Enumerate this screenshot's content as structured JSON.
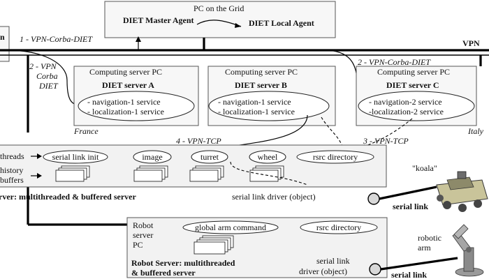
{
  "grid": {
    "title": "PC on the Grid",
    "master_agent": "DIET Master Agent",
    "local_agent": "DIET Local Agent"
  },
  "vpn_label": "VPN",
  "links": {
    "vpn_corba_diet_1": "1 - VPN-Corba-DIET",
    "vpn_corba_diet_2a": [
      "2 - VPN",
      "Corba",
      "DIET"
    ],
    "vpn_corba_diet_2b": "2 - VPN-Corba-DIET",
    "vpn_tcp_3": "3 - VPN-TCP",
    "vpn_tcp_4": "4 - VPN-TCP",
    "serial_link_1": "serial link",
    "serial_link_2": "serial link"
  },
  "servers": {
    "a": {
      "pc_title": "Computing server PC",
      "name": "DIET server A",
      "services": [
        "- navigation-1 service",
        "- localization-1 service"
      ]
    },
    "b": {
      "pc_title": "Computing server PC",
      "name": "DIET server B",
      "services": [
        "- navigation-1 service",
        "- localization-1 service"
      ]
    },
    "c": {
      "pc_title": "Computing server PC",
      "name": "DIET server C",
      "services": [
        "- navigation-2 service",
        "-localization-2 service"
      ]
    }
  },
  "locations": {
    "france": "France",
    "italy": "Italy"
  },
  "koala_server": {
    "threads_label": "threads",
    "history_label": "history",
    "buffers_label": "buffers",
    "modules": [
      "serial link init",
      "image",
      "turret",
      "wheel",
      "rsrc directory"
    ],
    "title": "rver: multithreaded & buffered server",
    "driver": "serial link driver (object)"
  },
  "robot_name": "\"koala\"",
  "arm_server": {
    "pc_label": [
      "Robot",
      "server",
      "PC"
    ],
    "modules": [
      "global arm command",
      "rsrc directory"
    ],
    "title": [
      "Robot Server: multithreaded",
      "& buffered server"
    ],
    "driver": [
      "serial link",
      "driver (object)"
    ]
  },
  "arm_name": [
    "robotic",
    "arm"
  ],
  "left_fragment": "n"
}
